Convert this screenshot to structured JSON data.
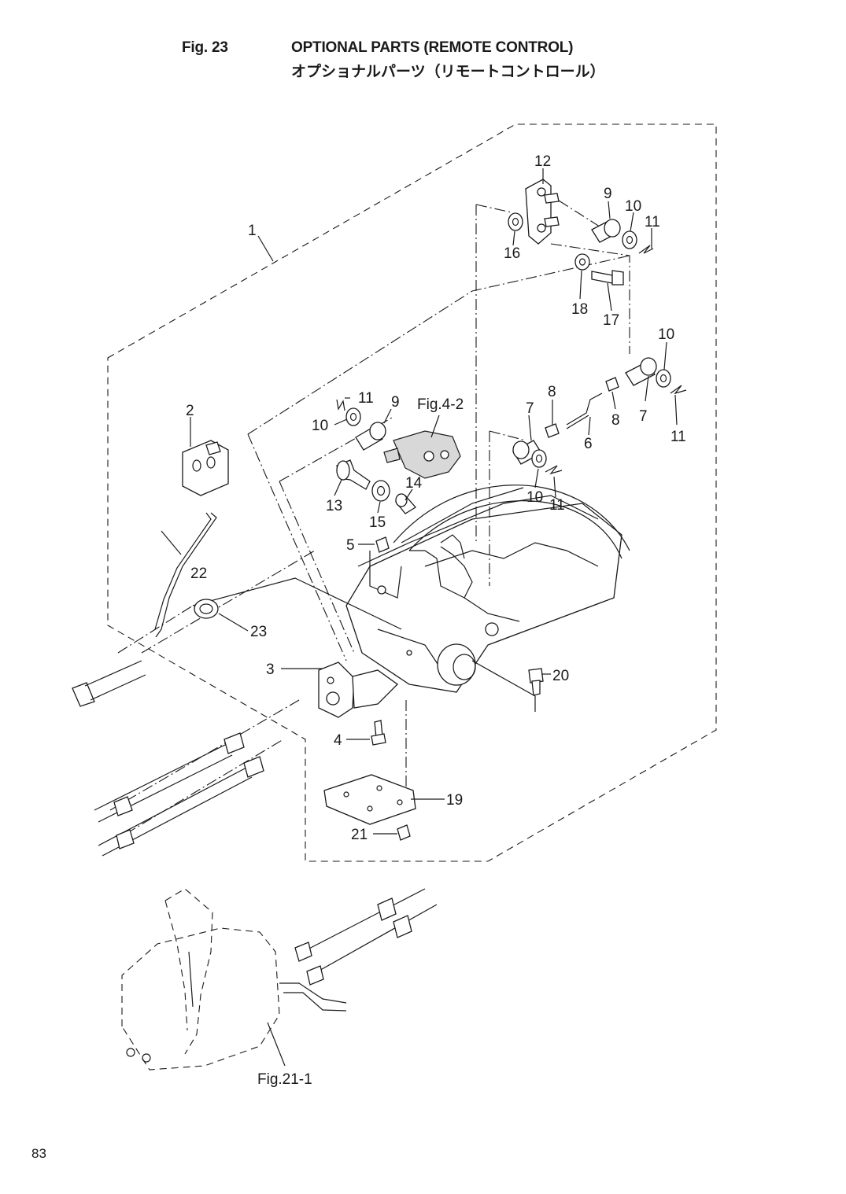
{
  "header": {
    "fig_number": "Fig. 23",
    "title_en": "OPTIONAL PARTS (REMOTE CONTROL)",
    "title_jp": "オプショナルパーツ（リモートコントロール）"
  },
  "references": {
    "fig_4_2": "Fig.4-2",
    "fig_21_1": "Fig.21-1"
  },
  "callouts": [
    "1",
    "2",
    "3",
    "4",
    "5",
    "6",
    "7",
    "7",
    "8",
    "8",
    "9",
    "9",
    "10",
    "10",
    "10",
    "10",
    "11",
    "11",
    "11",
    "11",
    "12",
    "13",
    "14",
    "15",
    "16",
    "17",
    "18",
    "19",
    "20",
    "21",
    "22",
    "23"
  ],
  "page_number": "83"
}
